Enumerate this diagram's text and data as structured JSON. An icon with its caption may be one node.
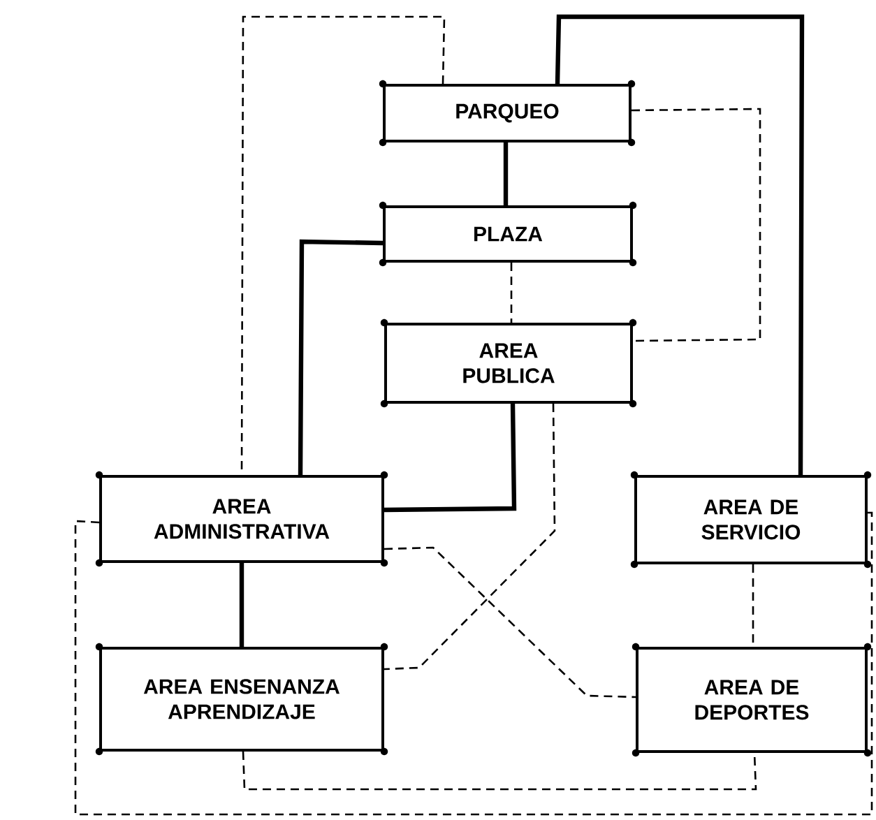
{
  "diagram": {
    "nodes": [
      {
        "text": [
          "PARQUEO"
        ]
      },
      {
        "text": [
          "PLAZA"
        ]
      },
      {
        "text": [
          "AREA PUBLICA"
        ]
      },
      {
        "text": [
          "AREA ADMINISTRATIVA"
        ]
      },
      {
        "text": [
          "AREA DE SERVICIO"
        ]
      },
      {
        "text": [
          "AREA ENSENANZA APRENDIZAJE"
        ]
      },
      {
        "text": [
          "AREA DE DEPORTES"
        ]
      }
    ],
    "edges": [
      {
        "from": 0,
        "to": 3,
        "arrow": "none",
        "style": "dashed"
      },
      {
        "from": 0,
        "to": 4,
        "arrow": "none",
        "style": "thick"
      },
      {
        "from": 0,
        "to": 2,
        "arrow": "none",
        "style": "dashed"
      },
      {
        "from": 0,
        "to": 1,
        "arrow": "none",
        "style": "thick"
      },
      {
        "from": 1,
        "to": 2,
        "arrow": "none",
        "style": "dashed"
      },
      {
        "from": 1,
        "to": 3,
        "arrow": "none",
        "style": "thick"
      },
      {
        "from": 2,
        "to": 3,
        "arrow": "none",
        "style": "thick"
      },
      {
        "from": 2,
        "to": 5,
        "arrow": "none",
        "style": "dashed"
      },
      {
        "from": 3,
        "to": 6,
        "arrow": "none",
        "style": "dashed"
      },
      {
        "from": 3,
        "to": 5,
        "arrow": "none",
        "style": "thick"
      },
      {
        "from": 4,
        "to": 6,
        "arrow": "none",
        "style": "dashed"
      },
      {
        "from": 5,
        "to": 6,
        "arrow": "none",
        "style": "dashed"
      },
      {
        "from": 3,
        "to": 4,
        "arrow": "none",
        "style": "dashed"
      }
    ]
  }
}
